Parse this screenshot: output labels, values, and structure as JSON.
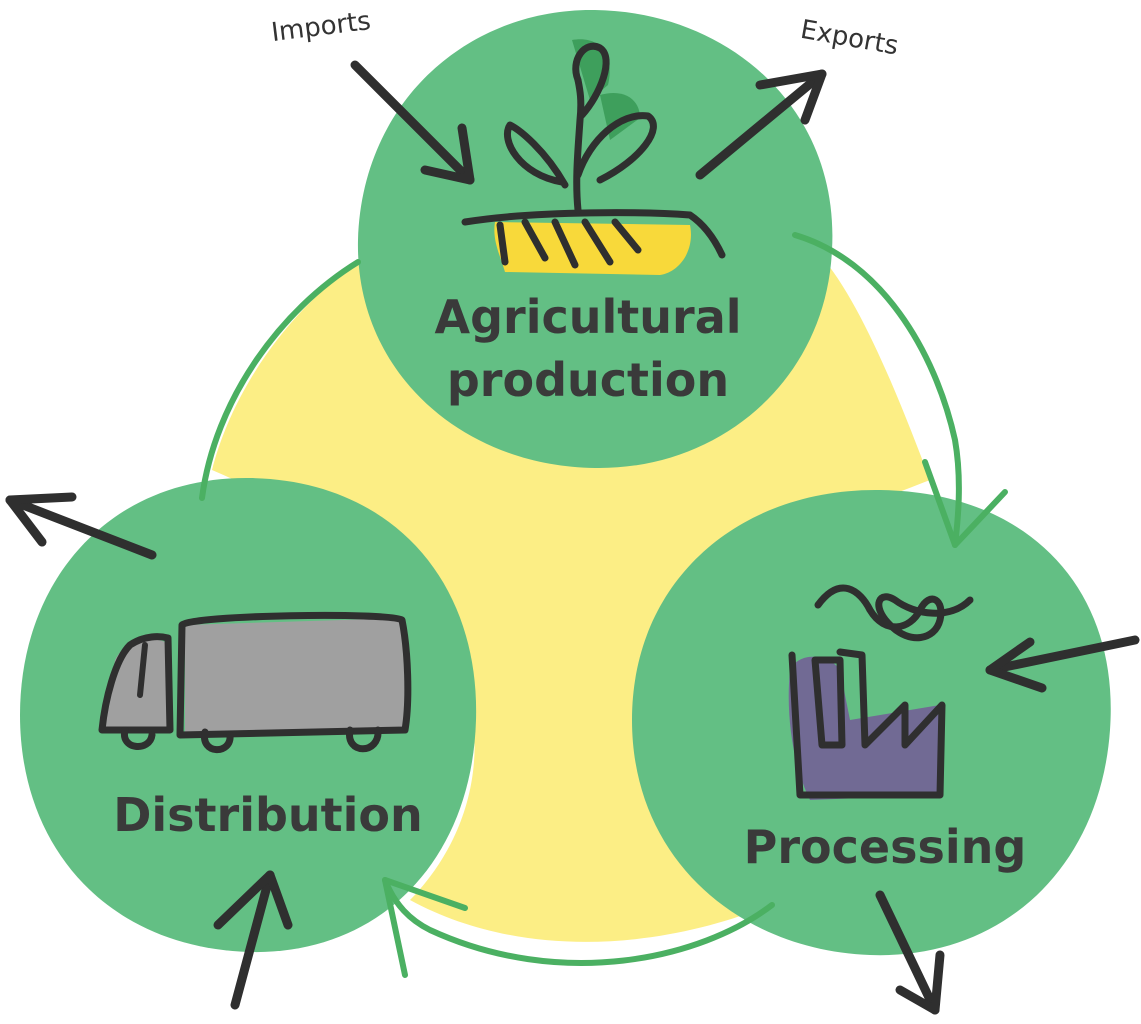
{
  "colors": {
    "node_fill": "#63bf84",
    "center_fill": "#fcee85",
    "cycle_arrow": "#4bb062",
    "ink": "#2f2f2f",
    "soil": "#f8d93a",
    "truck": "#a0a0a0",
    "factory": "#716a94"
  },
  "nodes": [
    {
      "label_lines": [
        "Agricultural",
        "production"
      ],
      "icon": "plant-icon"
    },
    {
      "label_lines": [
        "Processing"
      ],
      "icon": "factory-icon"
    },
    {
      "label_lines": [
        "Distribution"
      ],
      "icon": "truck-icon"
    }
  ],
  "flows": {
    "imports": "Imports",
    "exports": "Exports"
  }
}
